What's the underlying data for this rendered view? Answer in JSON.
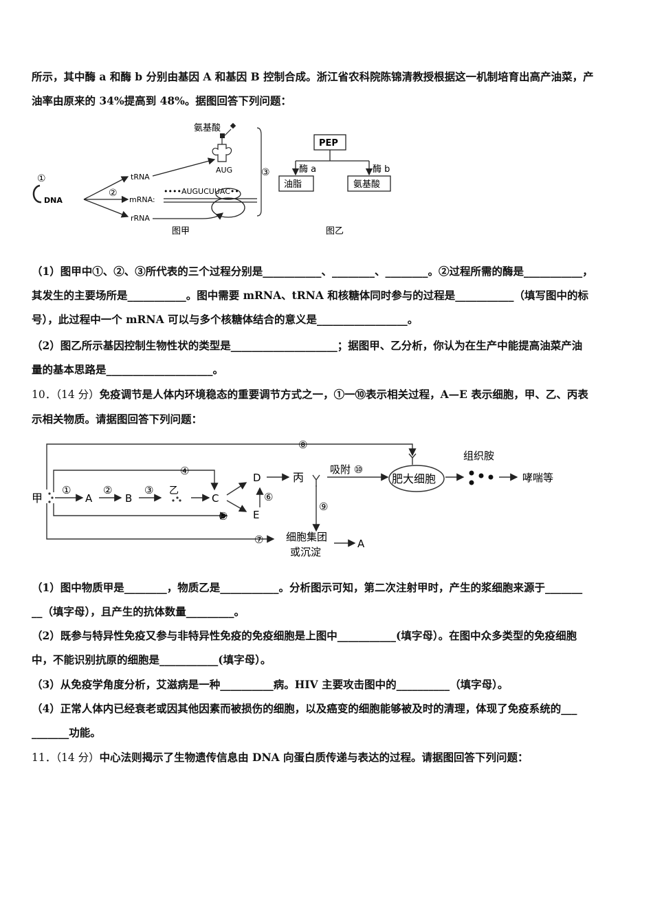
{
  "intro": {
    "line1": "所示，其中酶 a 和酶 b 分别由基因 A 和基因 B 控制合成。浙江省农科院陈锦清教授根据这一机制培育出高产油菜，产",
    "line2": "油率由原来的 34%提高到 48%。据图回答下列问题："
  },
  "fig_jia": {
    "amino_acid": "氨基酸",
    "aug": "AUG",
    "trna": "tRNA",
    "mrna": "mRNA:",
    "rrna": "rRNA",
    "dna": "DNA",
    "seq": "••••AUGUCUUAC••",
    "n1": "①",
    "n2": "②",
    "n3": "③",
    "caption": "图甲"
  },
  "fig_yi": {
    "pep": "PEP",
    "enzyme_a": "酶 a",
    "enzyme_b": "酶 b",
    "oil": "油脂",
    "amino": "氨基酸",
    "caption": "图乙"
  },
  "q9": {
    "p1_l1": "（1）图甲中①、②、③所代表的三个过程分别是___________、________、________。②过程所需的酶是___________，",
    "p1_l2": "其发生的主要场所是___________。图中需要 mRNA、tRNA 和核糖体同时参与的过程是___________（填写图中的标",
    "p1_l3": "号），此过程中一个 mRNA 可以与多个核糖体结合的意义是_________________。",
    "p2_l1": "（2）图乙所示基因控制生物性状的类型是____________________；据图甲、乙分析，你认为在生产中能提高油菜产油",
    "p2_l2": "量的基本思路是____________________。"
  },
  "q10": {
    "num": "10．（14 分）",
    "l1": "免疫调节是人体内环境稳态的重要调节方式之一，①一⑩表示相关过程，A—E 表示细胞，甲、乙、丙表",
    "l2": "示相关物质。请据图回答下列问题：",
    "p1_l1": "（1）图中物质甲是________，物质乙是___________。分析图示可知，第二次注射甲时，产生的浆细胞来源于_______",
    "p1_l2": "__（填字母），且产生的抗体数量_________。",
    "p2_l1": "（2）既参与特异性免疫又参与非特异性免疫的免疫细胞是上图中___________(填字母）。在图中众多类型的免疫细胞",
    "p2_l2": "中，不能识别抗原的细胞是___________(填字母）。",
    "p3": "（3）从免疫学角度分析，艾滋病是一种__________病。HIV 主要攻击图中的__________（填字母）。",
    "p4_l1": "（4）正常人体内已经衰老或因其他因素而被损伤的细胞，以及癌变的细胞能够被及时的清理，体现了免疫系统的___",
    "p4_l2": "_______功能。"
  },
  "fig_immune": {
    "jia": "甲",
    "a": "A",
    "b": "B",
    "c": "C",
    "d": "D",
    "e": "E",
    "yi": "乙",
    "bing": "丙",
    "n1": "①",
    "n2": "②",
    "n3": "③",
    "n4": "④",
    "n5": "⑤",
    "n6": "⑥",
    "n7": "⑦",
    "n8": "⑧",
    "n9": "⑨",
    "adsorb": "吸附 ⑩",
    "mast": "肥大细胞",
    "histamine": "组织胺",
    "wheeze": "哮喘等",
    "cluster1": "细胞集团",
    "cluster2": "或沉淀",
    "a2": "A"
  },
  "q11": {
    "num": "11．（14 分）",
    "text": "中心法则揭示了生物遗传信息由 DNA 向蛋白质传递与表达的过程。请据图回答下列问题："
  }
}
